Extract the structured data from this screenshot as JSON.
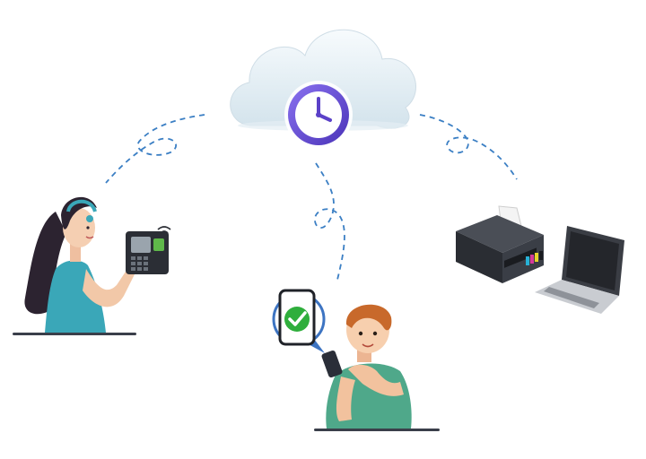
{
  "diagram": {
    "center": {
      "kind": "cloud",
      "icon": "clock-icon"
    },
    "nodes": [
      {
        "id": "biometric",
        "icon": "fingerprint-scanner-icon",
        "person": "woman-with-headset"
      },
      {
        "id": "mobile",
        "icon": "smartphone-icon",
        "person": "boy-with-phone",
        "status_icon": "checkmark-icon"
      },
      {
        "id": "office",
        "icon": "printer-icon",
        "extra_icon": "laptop-icon"
      }
    ],
    "links": [
      {
        "from": "cloud",
        "to": "biometric",
        "style": "dashed"
      },
      {
        "from": "cloud",
        "to": "mobile",
        "style": "dashed"
      },
      {
        "from": "cloud",
        "to": "office",
        "style": "dashed"
      }
    ]
  },
  "colors": {
    "link": "#3b7fc4",
    "cloud": "#e6f0f6",
    "clock": "#6a4fd8",
    "check": "#2fae3c",
    "shirt": "#4fa88a",
    "dress": "#3aa7b8"
  }
}
